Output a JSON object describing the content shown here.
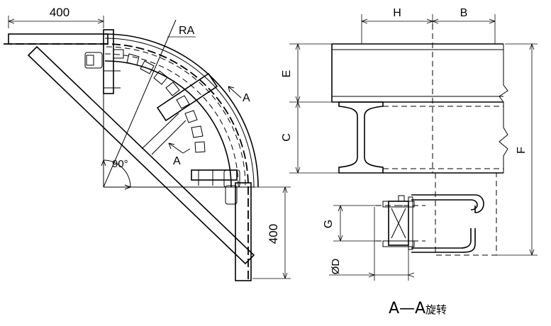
{
  "labels": {
    "dim_top": "400",
    "dim_right": "400",
    "radius": "RA",
    "angle": "90°",
    "section_mark_upper": "A",
    "section_mark_lower": "A",
    "dim_h": "H",
    "dim_b": "B",
    "dim_e": "E",
    "dim_c": "C",
    "dim_f": "F",
    "dim_g": "G",
    "dim_d": "ØD",
    "caption_section": "A—A",
    "caption_rotate": "旋转"
  }
}
